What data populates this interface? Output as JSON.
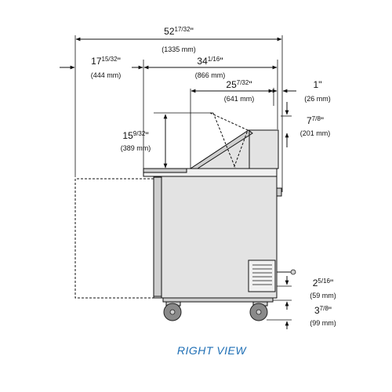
{
  "view": {
    "title": "RIGHT VIEW"
  },
  "dimensions": {
    "overall_width": {
      "label": "52",
      "fraction": "17/32",
      "unit": "\"",
      "metric": "(1335 mm)"
    },
    "door_swing": {
      "label": "17",
      "fraction": "15/32",
      "unit": "\"",
      "metric": "(444 mm)"
    },
    "cabinet_depth": {
      "label": "34",
      "fraction": "1/16",
      "unit": "\"",
      "metric": "(866 mm)"
    },
    "top_depth": {
      "label": "25",
      "fraction": "7/32",
      "unit": "\"",
      "metric": "(641 mm)"
    },
    "rear_offset": {
      "label": "1",
      "fraction": "",
      "unit": "\"",
      "metric": "(26 mm)"
    },
    "rail_height": {
      "label": "7",
      "fraction": "7/8",
      "unit": "\"",
      "metric": "(201 mm)"
    },
    "lid_height": {
      "label": "15",
      "fraction": "9/32",
      "unit": "\"",
      "metric": "(389 mm)"
    },
    "cord_height": {
      "label": "2",
      "fraction": "5/16",
      "unit": "\"",
      "metric": "(59 mm)"
    },
    "caster_height": {
      "label": "3",
      "fraction": "7/8",
      "unit": "\"",
      "metric": "(99 mm)"
    }
  },
  "colors": {
    "title": "#1f6fb5",
    "cabinet": "#e3e3e3",
    "caster": "#8a8a8a"
  }
}
